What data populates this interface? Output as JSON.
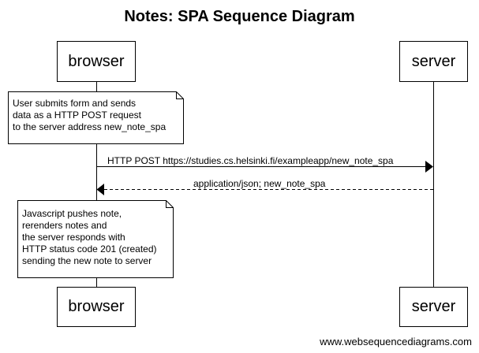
{
  "title": "Notes: SPA Sequence Diagram",
  "participants": {
    "browser": "browser",
    "server": "server"
  },
  "notes": [
    {
      "lines": [
        "User submits form and sends",
        "data as a HTTP POST request",
        "to the server address new_note_spa"
      ]
    },
    {
      "lines": [
        "Javascript pushes note,",
        "rerenders notes and",
        "the server responds with",
        "HTTP status code 201 (created)",
        "sending the new note to server"
      ]
    }
  ],
  "messages": [
    {
      "label": "HTTP POST https://studies.cs.helsinki.fi/exampleapp/new_note_spa",
      "from": "browser",
      "to": "server",
      "style": "solid"
    },
    {
      "label": "application/json; new_note_spa",
      "from": "server",
      "to": "browser",
      "style": "dashed"
    }
  ],
  "watermark": "www.websequencediagrams.com"
}
